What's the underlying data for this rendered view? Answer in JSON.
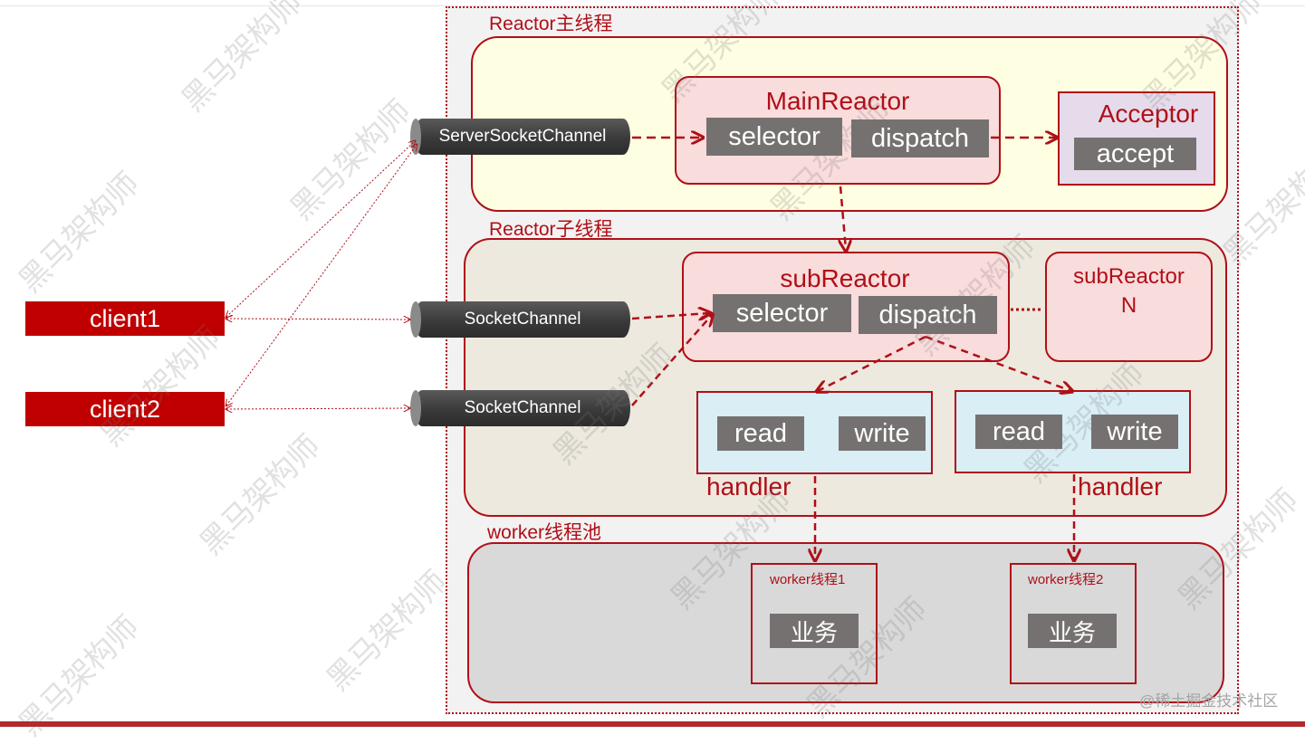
{
  "sections": {
    "main": "Reactor主线程",
    "sub": "Reactor子线程",
    "worker": "worker线程池"
  },
  "main_reactor": {
    "title": "MainReactor",
    "selector": "selector",
    "dispatch": "dispatch"
  },
  "acceptor": {
    "title": "Acceptor",
    "accept": "accept"
  },
  "sub_reactor": {
    "title": "subReactor",
    "selector": "selector",
    "dispatch": "dispatch"
  },
  "sub_reactor_n": {
    "line1": "subReactor",
    "line2": "N"
  },
  "handlers": [
    {
      "read": "read",
      "write": "write",
      "label": "handler"
    },
    {
      "read": "read",
      "write": "write",
      "label": "handler"
    }
  ],
  "workers": [
    {
      "title": "worker线程1",
      "task": "业务"
    },
    {
      "title": "worker线程2",
      "task": "业务"
    }
  ],
  "clients": [
    "client1",
    "client2"
  ],
  "channels": {
    "server": "ServerSocketChannel",
    "socket1": "SocketChannel",
    "socket2": "SocketChannel"
  },
  "watermark": "黑马架构师",
  "credit": "@稀土掘金技术社区",
  "colors": {
    "accent": "#b00f17",
    "client": "#c00000",
    "gray_button": "#767171",
    "main_zone": "#fefee2",
    "sub_zone": "#ede9df",
    "worker_zone": "#d9d9d9",
    "reactor": "#f9dcdc",
    "acceptor": "#e5dbeb",
    "handler": "#d9eef5"
  }
}
